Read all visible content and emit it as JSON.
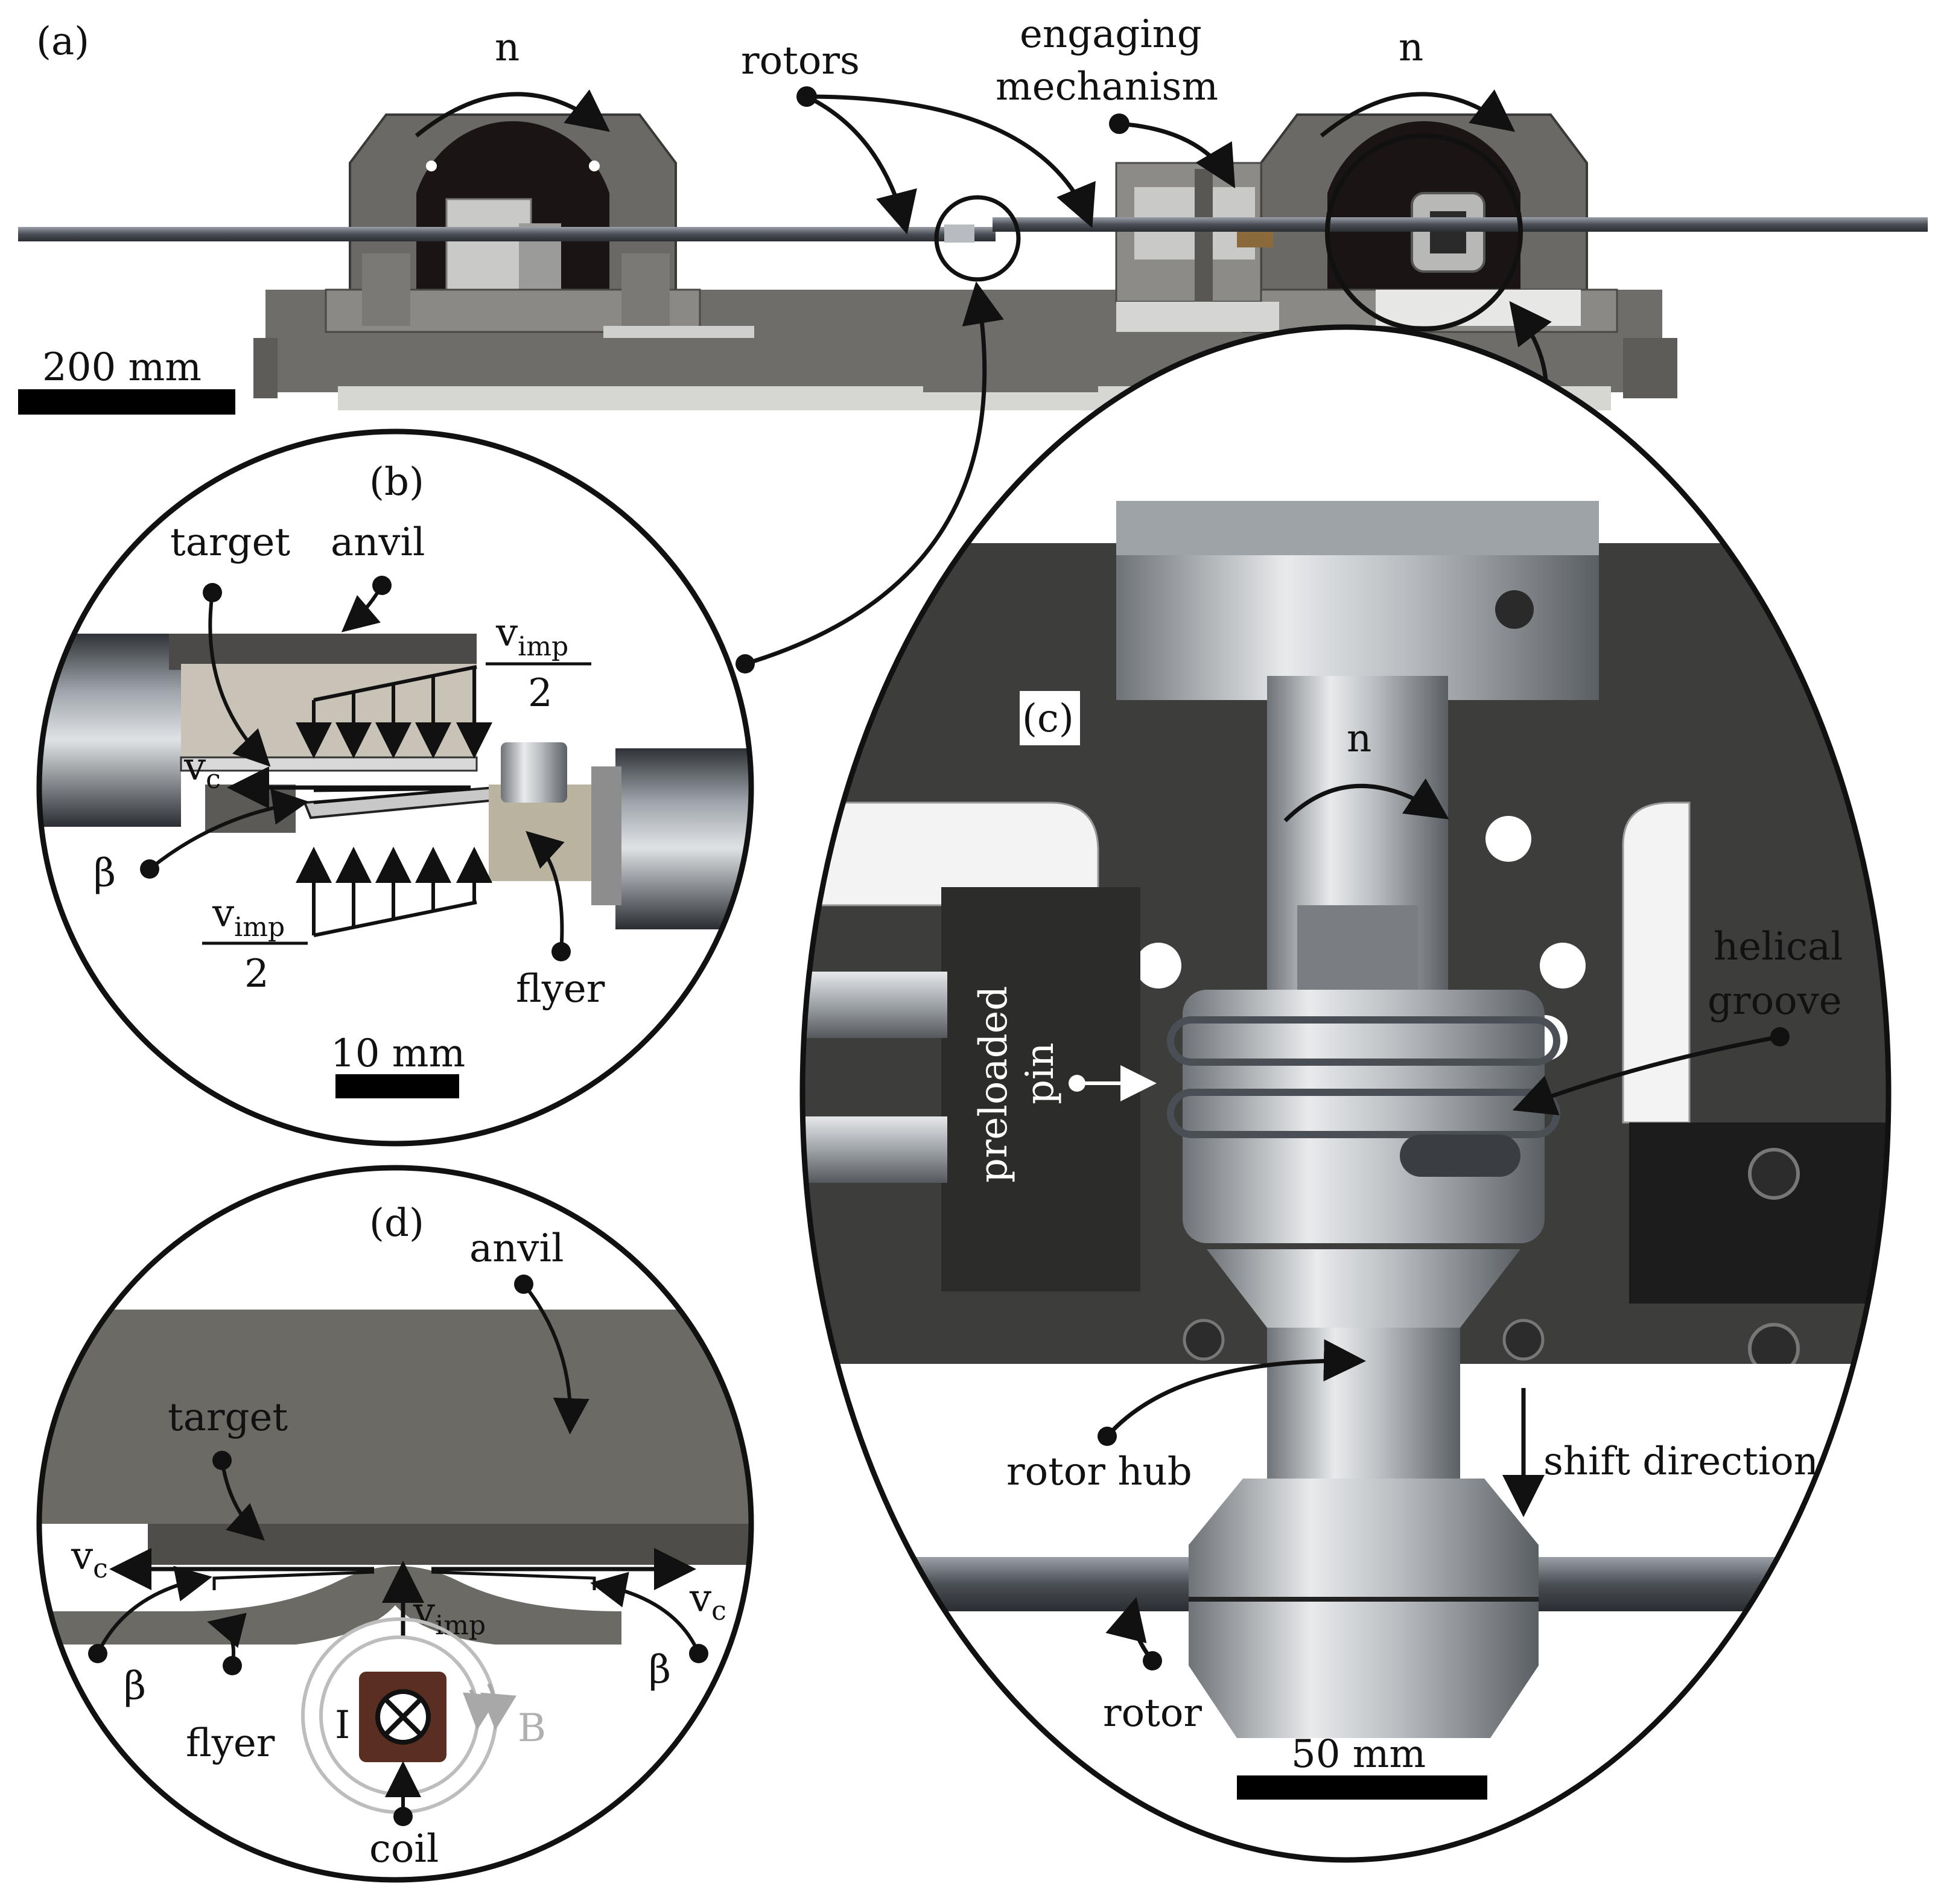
{
  "panels": {
    "a": {
      "tag": "(a)",
      "n_left": "n",
      "n_right": "n",
      "rotors": "rotors",
      "engaging_line1": "engaging",
      "engaging_line2": "mechanism",
      "scale": "200 mm"
    },
    "b": {
      "tag": "(b)",
      "target": "target",
      "anvil": "anvil",
      "vimp_top": "v",
      "vimp_top_sub": "imp",
      "half_top": "2",
      "vc": "v",
      "vc_sub": "c",
      "beta": "β",
      "vimp_bottom": "v",
      "vimp_bottom_sub": "imp",
      "half_bottom": "2",
      "flyer": "flyer",
      "scale": "10 mm"
    },
    "c": {
      "tag": "(c)",
      "n": "n",
      "helical_line1": "helical",
      "helical_line2": "groove",
      "preloaded_line1": "preloaded",
      "preloaded_line2": "pin",
      "rotor_hub": "rotor hub",
      "shift_direction": "shift direction",
      "rotor": "rotor",
      "scale": "50 mm"
    },
    "d": {
      "tag": "(d)",
      "anvil": "anvil",
      "target": "target",
      "vc_left": "v",
      "vc_left_sub": "c",
      "vc_right": "v",
      "vc_right_sub": "c",
      "vimp": "v",
      "vimp_sub": "imp",
      "beta_left": "β",
      "beta_right": "β",
      "flyer": "flyer",
      "current": "I",
      "field": "B",
      "coil": "coil"
    }
  }
}
